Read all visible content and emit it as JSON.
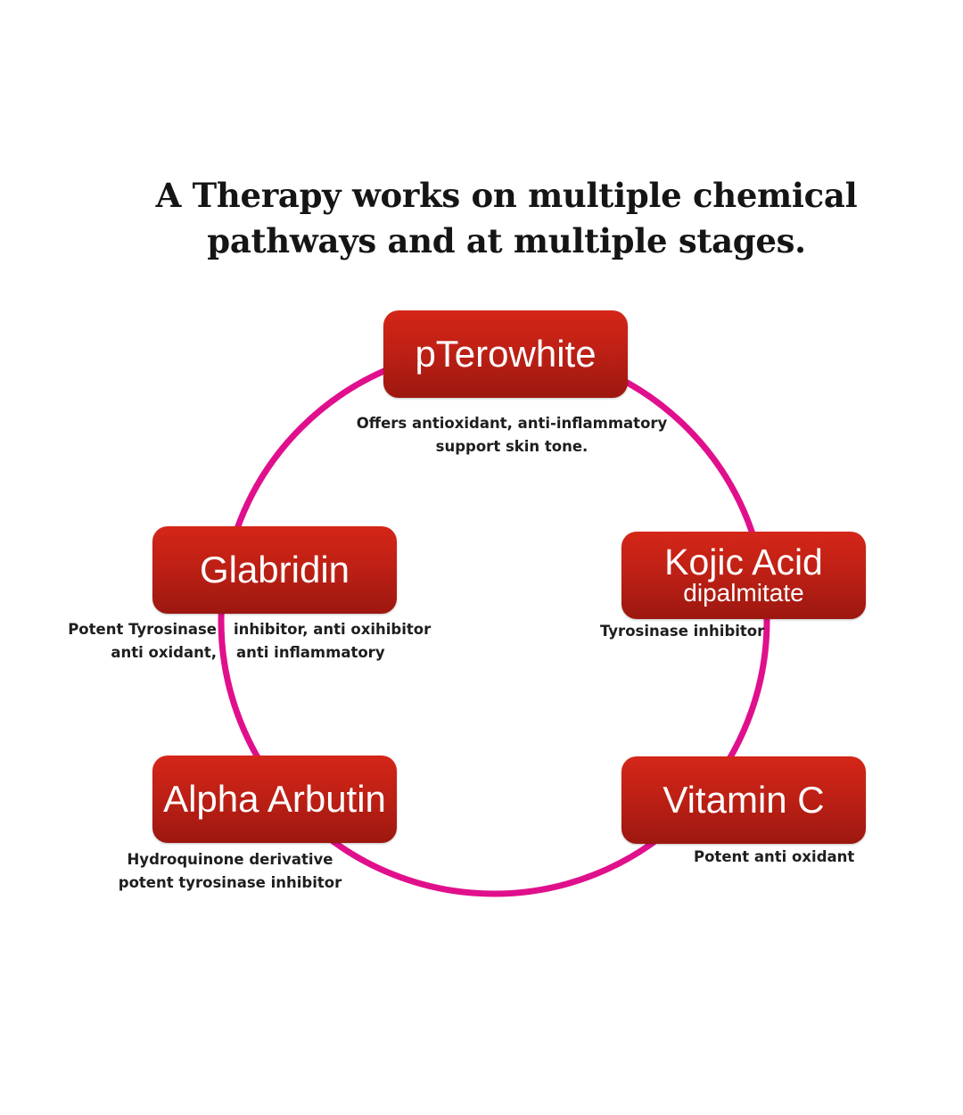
{
  "title": {
    "line1": "A Therapy works on multiple chemical",
    "line2": "pathways and at multiple stages."
  },
  "colors": {
    "ring": "#e0108c",
    "box_top": "#d42618",
    "box_bottom": "#9c1810",
    "box_text": "#ffffff",
    "desc_text": "#1e1e1e"
  },
  "nodes": {
    "pterowhite": {
      "label": "pTerowhite",
      "desc_line1": "Offers antioxidant, anti-inflammatory",
      "desc_line2": "support skin tone."
    },
    "glabridin": {
      "label": "Glabridin",
      "desc_left_line1": "Potent Tyrosinase",
      "desc_left_line2": "anti oxidant,",
      "desc_right_line1": "inhibitor, anti oxihibitor",
      "desc_right_line2": "anti inflammatory"
    },
    "kojic": {
      "label": "Kojic Acid",
      "sublabel": "dipalmitate",
      "desc_line1": "Tyrosinase inhibitor"
    },
    "arbutin": {
      "label": "Alpha Arbutin",
      "desc_line1": "Hydroquinone derivative",
      "desc_line2": "potent tyrosinase inhibitor"
    },
    "vitaminc": {
      "label": "Vitamin C",
      "desc_line1": "Potent anti oxidant"
    }
  }
}
